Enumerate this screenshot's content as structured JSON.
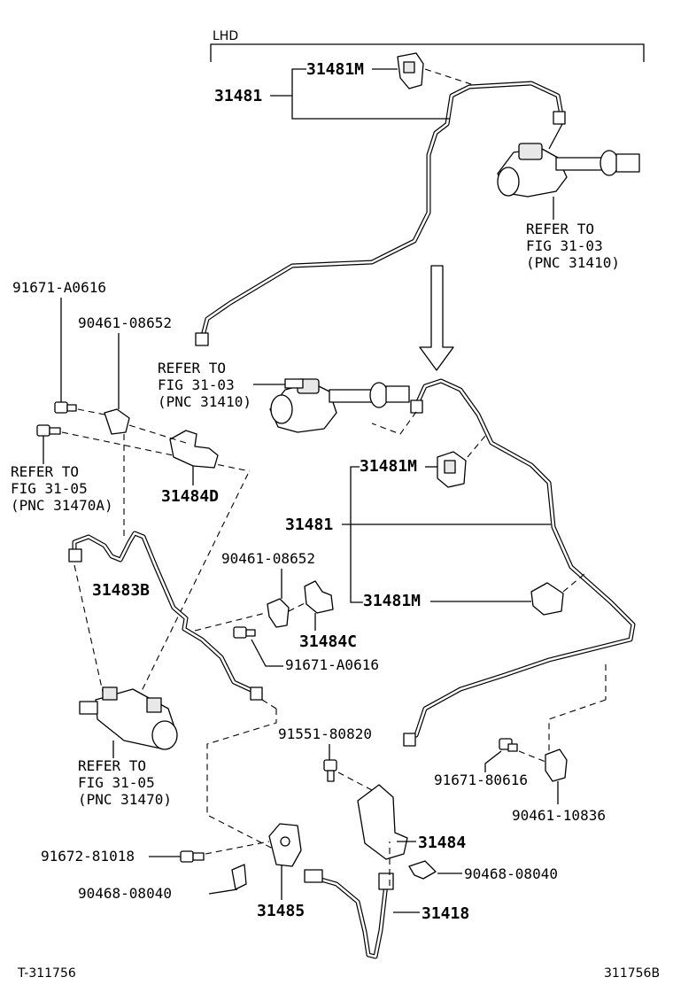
{
  "region_label": "LHD",
  "labels": {
    "p31481m_top": "31481M",
    "p31481_top": "31481",
    "refer_top_1": "REFER TO",
    "refer_top_2": "FIG 31-03",
    "refer_top_3": "(PNC 31410)",
    "p91671_a0616_left": "91671-A0616",
    "p90461_08652_left": "90461-08652",
    "refer_mid_1": "REFER TO",
    "refer_mid_2": "FIG 31-03",
    "refer_mid_3": "(PNC 31410)",
    "refer_left_1": "REFER TO",
    "refer_left_2": "FIG 31-05",
    "refer_left_3": "(PNC 31470A)",
    "p31484d": "31484D",
    "p31481m_mid": "31481M",
    "p31481_mid": "31481",
    "p31481m_low": "31481M",
    "p90461_08652_mid": "90461-08652",
    "p31483b": "31483B",
    "p31484c": "31484C",
    "p91671_a0616_mid": "91671-A0616",
    "p91551_80820": "91551-80820",
    "refer_bot_1": "REFER TO",
    "refer_bot_2": "FIG 31-05",
    "refer_bot_3": "(PNC 31470)",
    "p91671_80616": "91671-80616",
    "p90461_10836": "90461-10836",
    "p31484": "31484",
    "p91672_81018": "91672-81018",
    "p90468_08040_right": "90468-08040",
    "p90468_08040_left": "90468-08040",
    "p31418": "31418",
    "p31485": "31485"
  },
  "footer": {
    "left_code": "T-311756",
    "right_code": "311756B"
  }
}
